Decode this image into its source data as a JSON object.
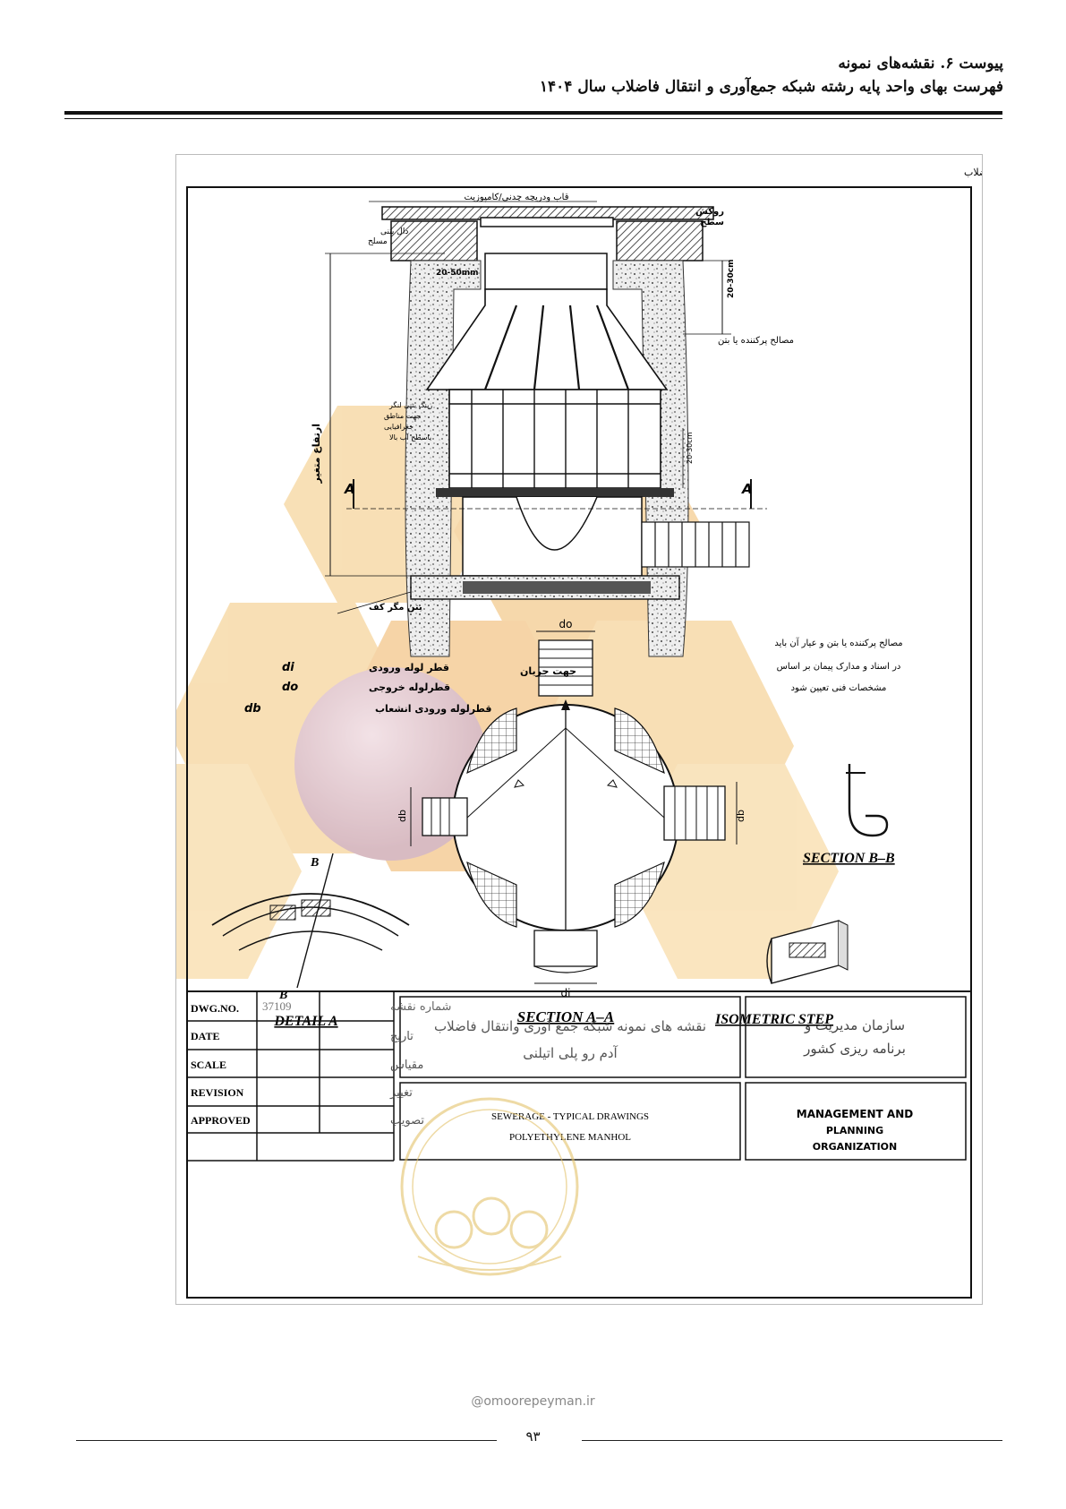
{
  "header": {
    "line1": "پیوست ۶. نقشه‌های نمونه",
    "line2": "فهرست بهای واحد پایه رشته شبکه جمع‌آوری و انتقال فاضلاب سال ۱۴۰۴"
  },
  "sheet": {
    "top_caption": "فهرست بهای واحد پایه رشته شبکه جمع آوری و انتقال فاضلاب",
    "labels": {
      "frame": "قاب ودریچه چدنی/کامپوزیت",
      "slab": "دال بتنی",
      "slab2": "مسلح",
      "surface": "روکش",
      "surface2": "سطح",
      "gap": "20-50mm",
      "dim_right": "20-30cm",
      "fill_concrete": "مصالح پرکننده یا بتن",
      "height": "ارتفاع متغیر",
      "ring_l1": "رینگ بتنی لنگر",
      "ring_l2": "جهت مناطق",
      "ring_l3": "جغرافیایی",
      "ring_l4": "باسطح آب بالا",
      "dim_mid": "20-30cm",
      "a_left": "A",
      "a_right": "A",
      "lean_concrete": "بتن مگر کف",
      "note_l1": "مصالح پرکننده یا بتن و عیار آن باید",
      "note_l2": "در اسناد و مدارک پیمان بر اساس",
      "note_l3": "مشخصات فنی تعیین شود",
      "legend_di": "قطر لوله ورودی",
      "legend_do": "قطرلوله خروجی",
      "legend_db": "قطرلوله ورودی انشعاب",
      "sym_di": "di",
      "sym_do": "do",
      "sym_db": "db",
      "flow_dir": "جهت جریان",
      "do_label": "do",
      "db_left": "db",
      "db_right": "db",
      "di_label": "di",
      "b_top": "B",
      "b_bottom": "B",
      "section_bb": "SECTION B–B",
      "section_aa": "SECTION A–A",
      "detail_a": "DETAIL A",
      "isometric_step": "ISOMETRIC STEP"
    }
  },
  "title_block": {
    "rows": [
      {
        "en": "DWG.NO.",
        "value": "37109",
        "fa": "شماره نقشه"
      },
      {
        "en": "DATE",
        "value": "",
        "fa": "تاریخ"
      },
      {
        "en": "SCALE",
        "value": "",
        "fa": "مقیاس"
      },
      {
        "en": "REVISION",
        "value": "",
        "fa": "تغییر"
      },
      {
        "en": "APPROVED",
        "value": "",
        "fa": "تصویب"
      }
    ],
    "title_fa_l1": "نقشه های نمونه شبکه جمع آوری وانتقال فاضلاب",
    "title_fa_l2": "آدم رو پلی اتیلنی",
    "title_en_l1": "SEWERAGE - TYPICAL DRAWINGS",
    "title_en_l2": "POLYETHYLENE MANHOL",
    "org_fa_l1": "سازمان مدیریت و",
    "org_fa_l2": "برنامه ریزی کشور",
    "org_en_l1": "MANAGEMENT AND",
    "org_en_l2": "PLANNING",
    "org_en_l3": "ORGANIZATION"
  },
  "footer": {
    "watermark": "@omoorepeyman.ir",
    "page_number": "۹۳"
  }
}
